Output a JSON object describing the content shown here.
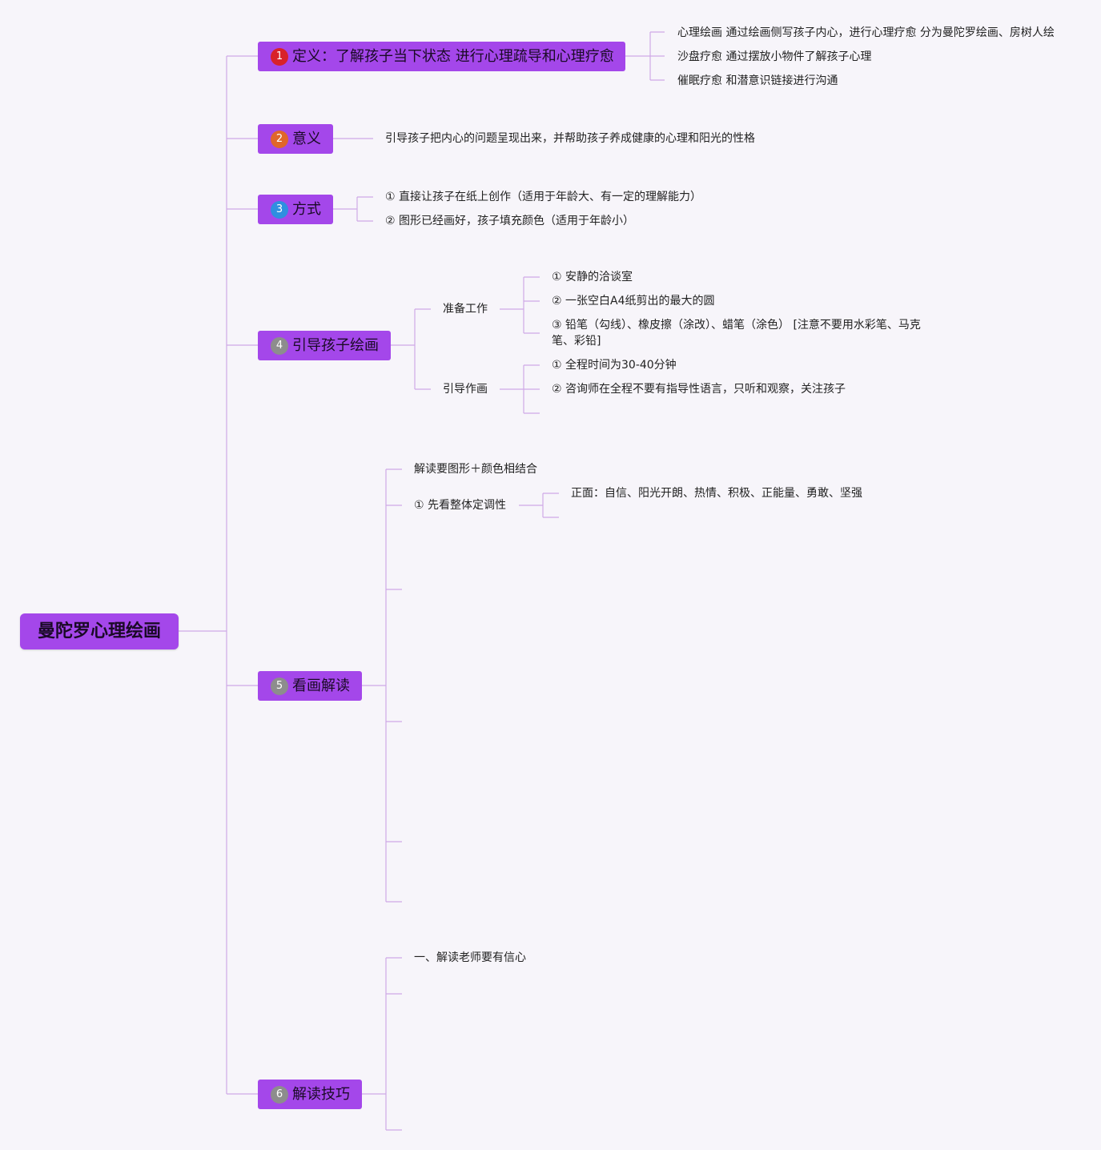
{
  "root": {
    "label": "曼陀罗心理绘画"
  },
  "branches": [
    {
      "num": "1",
      "label": "定义：了解孩子当下状态 进行心理疏导和心理疗愈",
      "color": "#d8222a",
      "children": [
        "心理绘画 通过绘画侧写孩子内心，进行心理疗愈 分为曼陀罗绘画、房树人绘",
        "沙盘疗愈 通过摆放小物件了解孩子心理",
        "催眠疗愈 和潜意识链接进行沟通"
      ]
    },
    {
      "num": "2",
      "label": "意义",
      "color": "#e0662a",
      "children": [
        "引导孩子把内心的问题呈现出来，并帮助孩子养成健康的心理和阳光的性格"
      ]
    },
    {
      "num": "3",
      "label": "方式",
      "color": "#2f8fe0",
      "children": [
        "① 直接让孩子在纸上创作（适用于年龄大、有一定的理解能力）",
        "② 图形已经画好，孩子填充颜色（适用于年龄小）"
      ]
    },
    {
      "num": "4",
      "label": "引导孩子绘画",
      "color": "#8d8d8d",
      "groups": [
        {
          "label": "准备工作",
          "children": [
            "① 安静的洽谈室",
            "② 一张空白A4纸剪出的最大的圆",
            "③ 铅笔（勾线）、橡皮擦（涂改）、蜡笔（涂色）  [注意不要用水彩笔、马克",
            "笔、彩铅]"
          ]
        },
        {
          "label": "引导作画",
          "children": [
            "① 全程时间为30-40分钟",
            "② 咨询师在全程不要有指导性语言，只听和观察，关注孩子"
          ]
        }
      ]
    },
    {
      "num": "5",
      "label": "看画解读",
      "color": "#8d8d8d",
      "children": [
        "解读要图形＋颜色相结合",
        "① 先看整体定调性"
      ],
      "sub": [
        "正面：自信、阳光开朗、热情、积极、正能量、勇敢、坚强"
      ]
    },
    {
      "num": "6",
      "label": "解读技巧",
      "color": "#8d8d8d",
      "children": [
        "一、解读老师要有信心"
      ]
    }
  ],
  "colors": {
    "node": "#a447ea",
    "line": "#cfa9e6",
    "background": "#f7f5fa"
  }
}
